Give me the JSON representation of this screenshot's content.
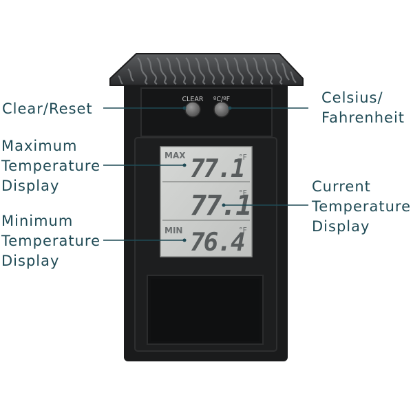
{
  "device": {
    "buttons": [
      {
        "label": "CLEAR"
      },
      {
        "label": "ºC/ºF"
      }
    ],
    "display": {
      "rows": [
        {
          "tag": "MAX",
          "value": "77.1",
          "unit": "°F"
        },
        {
          "tag": "",
          "value": "77.1",
          "unit": "°F"
        },
        {
          "tag": "MIN",
          "value": "76.4",
          "unit": "°F"
        }
      ]
    }
  },
  "callouts": {
    "clear_reset": [
      "Clear/Reset"
    ],
    "max_display": [
      "Maximum",
      "Temperature",
      "Display"
    ],
    "min_display": [
      "Minimum",
      "Temperature",
      "Display"
    ],
    "celsius_fahrenheit": [
      "Celsius/",
      "Fahrenheit"
    ],
    "current_display": [
      "Current",
      "Temperature",
      "Display"
    ]
  },
  "colors": {
    "callout_text": "#1f4a55",
    "device_body": "#1a1b1c",
    "lcd_background": "#c9cbc9"
  }
}
